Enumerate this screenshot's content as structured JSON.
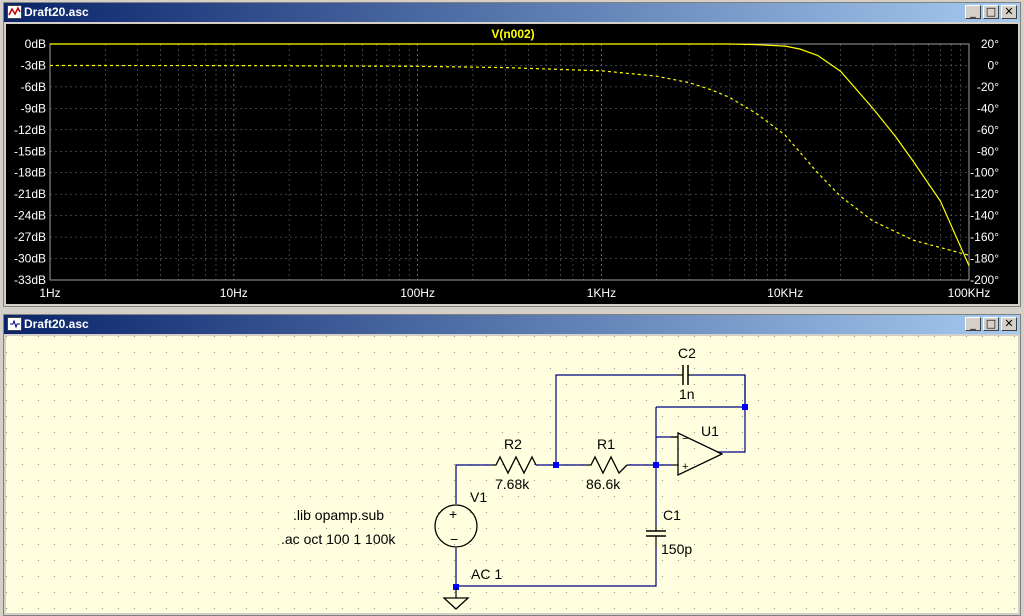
{
  "plot_window": {
    "title": "Draft20.asc",
    "buttons": [
      "_",
      "□",
      "✕"
    ],
    "trace_label": "V(n002)",
    "colors": {
      "background": "#000000",
      "trace": "#ffff00",
      "grid": "#808080",
      "axis_text": "#ffffff"
    }
  },
  "schematic_window": {
    "title": "Draft20.asc",
    "buttons": [
      "_",
      "□",
      "✕"
    ],
    "colors": {
      "background": "#ffffe0",
      "wire": "#000080",
      "component": "#000000",
      "node": "#0000ff"
    },
    "components": {
      "c2": {
        "name": "C2",
        "value": "1n"
      },
      "u1": {
        "name": "U1"
      },
      "r2": {
        "name": "R2",
        "value": "7.68k"
      },
      "r1": {
        "name": "R1",
        "value": "86.6k"
      },
      "v1": {
        "name": "V1",
        "value": "AC 1"
      },
      "c1": {
        "name": "C1",
        "value": "150p"
      }
    },
    "directives": [
      ".lib opamp.sub",
      ".ac oct 100 1 100k"
    ]
  },
  "chart_data": {
    "type": "line",
    "title": "V(n002)",
    "x_scale": "log",
    "x_ticks": [
      "1Hz",
      "10Hz",
      "100Hz",
      "1KHz",
      "10KHz",
      "100KHz"
    ],
    "xlim": [
      1,
      100000
    ],
    "y_ticks": [
      "0dB",
      "-3dB",
      "-6dB",
      "-9dB",
      "-12dB",
      "-15dB",
      "-18dB",
      "-21dB",
      "-24dB",
      "-27dB",
      "-30dB",
      "-33dB"
    ],
    "ylim": [
      -33,
      0
    ],
    "y2_ticks": [
      "20°",
      "0°",
      "-20°",
      "-40°",
      "-60°",
      "-80°",
      "-100°",
      "-120°",
      "-140°",
      "-160°",
      "-180°",
      "-200°"
    ],
    "y2lim": [
      -200,
      20
    ],
    "series": [
      {
        "name": "V(n002)",
        "axis": "y",
        "style": "solid",
        "x": [
          1,
          100,
          1000,
          3000,
          5000,
          7000,
          10000,
          12000,
          15000,
          20000,
          30000,
          40000,
          50000,
          70000,
          100000
        ],
        "values": [
          0,
          0,
          0,
          0,
          0,
          -0.1,
          -0.3,
          -0.7,
          -1.6,
          -3.8,
          -9.0,
          -13.0,
          -16.5,
          -22.0,
          -31.0
        ]
      },
      {
        "name": "V(n002)",
        "axis": "y2",
        "style": "dashed",
        "x": [
          1,
          10,
          100,
          300,
          1000,
          2000,
          3000,
          4000,
          5000,
          7000,
          10000,
          15000,
          20000,
          30000,
          50000,
          100000
        ],
        "values": [
          0,
          -0.1,
          -0.8,
          -2,
          -5,
          -10,
          -16,
          -23,
          -30,
          -45,
          -65,
          -100,
          -122,
          -145,
          -163,
          -177
        ]
      }
    ]
  }
}
